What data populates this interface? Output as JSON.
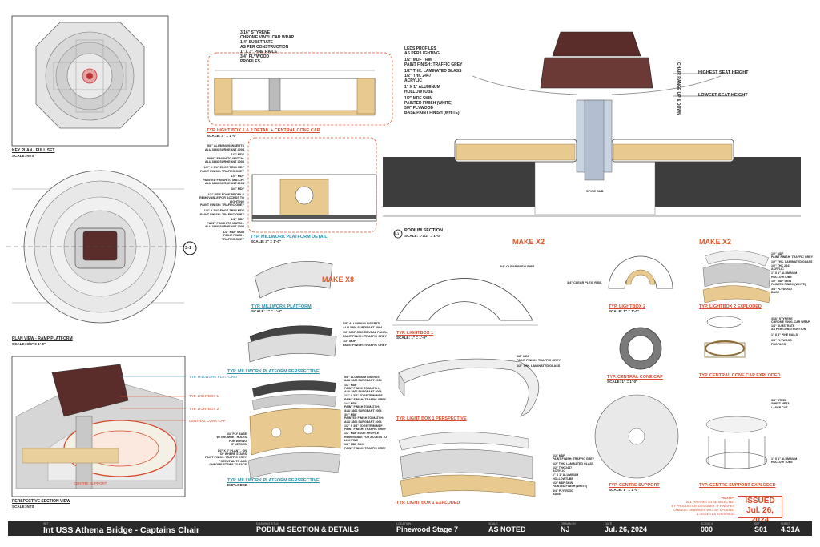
{
  "key_plan": {
    "title": "KEY PLAN - FULL SET",
    "scale": "SCALE: NTS"
  },
  "plan_view": {
    "title": "PLAN VIEW - RAMP PLATFORM",
    "scale": "SCALE: 3/4\" = 1'-0\"",
    "section_marker": "S-1"
  },
  "perspective_section": {
    "title": "PERSPECTIVE SECTION VIEW",
    "scale": "SCALE: NTS",
    "legend": [
      "TYP. MILLWORK PLATFORM",
      "TYP. LIGHTBOX 1",
      "TYP. LIGHTBOX 2",
      "CENTRAL CONE CAP"
    ],
    "centre_support": "CENTRE SUPPORT"
  },
  "lightbox_detail": {
    "title": "TYP. LIGHT BOX 1 & 2 DETAIL + CENTRAL CONE CAP",
    "scale": "SCALE: 3\" = 1'-0\"",
    "notes_left": [
      "3/16\" STYRENE",
      "CHROME VINYL CAR WRAP",
      "1/4\" SUBSTRATE",
      "AS PER CONSTRUCTION",
      "1\" X 3\" PINE RAILS",
      "3/4\" PLYWOOD",
      "PROFILES"
    ],
    "notes_right": [
      "LEDS PROFILES",
      "AS PER LIGHTING",
      "1/2\" MDF TRIM",
      "PAINT FINISH: TRAFFIC GREY",
      "1/2\" THK. LAMINATED GLASS",
      "1/2\" THK 2447",
      "ACRYLIC",
      "1\" X 1\" ALUMINUM",
      "HOLLOWTUBE",
      "1/2\" MDF SKIN",
      "PAINTED FINISH (WHITE)",
      "3/4\" PLYWOOD",
      "BASE PAINT FINISH (WHITE)"
    ]
  },
  "millwork_detail": {
    "title": "TYP. MILLWORK PLATFORM DETAIL",
    "scale": "SCALE: 3\" = 1'-0\"",
    "notes": [
      "5/8\" ALUMINUM INSERTS",
      "ALU 3866 SURGEANT 2004",
      "1/2\" MDF",
      "PAINT FINISH TO MATCH:",
      "ALU 3866 SURGEANT 2004",
      "1/2\" X 3/4\" EDGE TRIM MDF",
      "PAINT FINISH: TRAFFIC GREY",
      "1/4\" MDF",
      "PAINTED FINISH TO MATCH:",
      "ALU 3866 SURGEANT 2004",
      "3/4\" MDF",
      "1/2\" MDF EDGE PROFILE",
      "REMOVABLE FOR ACCESS TO",
      "LIGHTING",
      "PAINT FINISH: TRAFFIC GREY",
      "1/2\" X 3/4\" EDGE TRIM MDF",
      "PAINT FINISH: TRAFFIC GREY",
      "1/2\" MDF",
      "PAINT FINISH TO MATCH:",
      "ALU 3866 SURGEANT 2004",
      "1/2\" MDF SKIN",
      "PAINT FINISH:",
      "TRAFFIC GREY"
    ]
  },
  "podium_section": {
    "title": "PODIUM SECTION",
    "scale": "SCALE: 1-1/2\" = 1'-0\"",
    "marker": "S-1",
    "highest_seat": "HIGHEST SEAT HEIGHT",
    "lowest_seat": "LOWEST SEAT HEIGHT",
    "chair_range": "CHAIR RANGE UP & DOWN",
    "spine_label": "SPINE SUB"
  },
  "millwork_platform": {
    "title": "TYP. MILLWORK PLATFORM",
    "scale": "SCALE: 1\" = 1'-0\"",
    "make": "MAKE X8"
  },
  "millwork_perspective": {
    "title": "TYP. MILLWORK PLATFORM PERSPECTIVE",
    "notes": [
      "5/8\" ALUMINUM INSERTS",
      "ALU 3866 SURGEANT 2004",
      "1/2\" MDF CNC REVEAL PANEL",
      "PAINT FINISH: TRAFFIC GREY",
      "1/2\" MDF",
      "PAINT FINISH: TRAFFIC GREY"
    ]
  },
  "millwork_exploded": {
    "title": "TYP. MILLWORK PLATFORM PERSPECTIVE",
    "subtitle": "EXPLODED",
    "left_notes": [
      "3/4\" PLY BASE",
      "W/ GROMMET HOLES",
      "FOR WIRING",
      "IF NEEDED",
      "1/2\" X 4\" PLANT - ON",
      "OF WHERE STAIRS",
      "PAINT FINISH: TRAFFIC GREY",
      "POTENTIAL TO ADD",
      "CHROME STRIPS TO FACE"
    ],
    "right_notes": [
      "5/8\" ALUMINUM INSERTS",
      "ALU 3866 SURGEANT 2004",
      "1/2\" MDF",
      "PAINT FINISH TO MATCH:",
      "ALU 3866 SURGEANT 2004",
      "1/2\" X 3/4\" EDGE TRIM MDF",
      "PAINT FINISH: TRAFFIC GREY",
      "1/4\" MDF",
      "PAINT FINISH TO MATCH:",
      "ALU 3866 SURGEANT 2004",
      "3/4\" MDF",
      "PAINTED FINISH TO MATCH:",
      "ALU 3866 SURGEANT 2004",
      "1/2\" X 3/4\" EDGE TRIM MDF",
      "PAINT FINISH: TRAFFIC GREY",
      "1/2\" MDF EDGE PROFILE",
      "REMOVABLE FOR ACCESS TO",
      "LIGHTING",
      "1/2\" MDF SKIN",
      "PAINT FINISH: TRAFFIC GREY"
    ]
  },
  "lightbox1": {
    "title": "TYP. LIGHTBOX 1",
    "scale": "SCALE: 1\" = 1'-0\"",
    "make": "MAKE X2",
    "note": "3/4\" CLEAR PLEXI RIBS"
  },
  "lightbox1_perspective": {
    "title": "TYP. LIGHT BOX 1 PERSPECTIVE",
    "notes": [
      "1/2\" MDF",
      "PAINT FINISH: TRAFFIC GREY",
      "1/2\" THK. LAMINATED GLASS"
    ]
  },
  "lightbox1_exploded": {
    "title": "TYP. LIGHT BOX 1 EXPLODED",
    "notes": [
      "1/2\" MDF",
      "PAINT FINISH: TRAFFIC GREY",
      "1/2\" THK. LAMINATED GLASS",
      "1/2\" THK 2447",
      "ACRYLIC",
      "1\" X 1\" ALUMINUM",
      "HOLLOWTUBE",
      "1/2\" MDF SKIN",
      "PAINTED FINISH (WHITE)",
      "3/4\" PLYWOOD",
      "BASE"
    ]
  },
  "lightbox2": {
    "title": "TYP. LIGHTBOX 2",
    "scale": "SCALE: 1\" = 1'-0\"",
    "note": "3/4\" CLEAR PLEXI RIBS"
  },
  "lightbox2_exploded": {
    "title": "TYP. LIGHTBOX 2 EXPLODED",
    "make": "MAKE X2",
    "notes": [
      "1/2\" MDF",
      "PAINT FINISH: TRAFFIC GREY",
      "1/2\" THK. LAMINATED GLASS",
      "1/2\" THK 2447",
      "ACRYLIC",
      "1\" X 1\" ALUMINUM",
      "HOLLOWTUBE",
      "1/2\" MDF SKIN",
      "PAINTED FINISH (WHITE)",
      "3/4\" PLYWOOD",
      "BASE"
    ]
  },
  "cone_cap": {
    "title": "TYP. CENTRAL CONE CAP",
    "scale": "SCALE: 1\" = 1'-0\""
  },
  "cone_cap_exploded": {
    "title": "TYP. CENTRAL CONE CAP EXPLODED",
    "notes": [
      "3/16\" STYRENE",
      "CHROME VINYL CAR WRAP",
      "1/4\" SUBSTRATE",
      "AS PER CONSTRUCTION",
      "1\" X 3\" PINE RAILS",
      "3/4\" PLYWOOD",
      "PROFILES"
    ]
  },
  "centre_support": {
    "title": "TYP. CENTRE SUPPORT",
    "scale": "SCALE: 1\" = 1'-0\""
  },
  "centre_support_exploded": {
    "title": "TYP. CENTRE SUPPORT EXPLODED",
    "notes": [
      "3/8\" STEEL",
      "SHEET METAL",
      "LASER CUT",
      "1\" X 1\" ALUMINUM",
      "HOLLOW TUBE"
    ]
  },
  "issued": {
    "label": "ISSUED",
    "date": "Jul. 26, 2024",
    "note_lines": [
      "**NOTE**",
      "ALL FINISHES TO BE SELECTED",
      "BY PRODUCTION DESIGNER. IF FINISHES",
      "CHANGE, DRAWINGS WILL BE UPDATED",
      "& ISSUED AS A REVISION"
    ]
  },
  "title_block": {
    "set_caption": "SET",
    "set_value": "Int USS Athena Bridge - Captains Chair",
    "drawing_caption": "DRAWING TITLE",
    "drawing_value": "PODIUM SECTION & DETAILS",
    "location_caption": "LOCATION",
    "location_value": "Pinewood Stage 7",
    "scale_caption": "SCALE",
    "scale_value": "AS NOTED",
    "drawn_caption": "DRAWN BY",
    "drawn_value": "NJ",
    "date_caption": "DATE",
    "date_value": "Jul. 26, 2024",
    "scene_caption": "SCENE #",
    "scene_value": "000",
    "set_no_caption": "SET",
    "set_no_value": "S01",
    "sheet_caption": "SHEET",
    "sheet_value": "4.31A"
  },
  "colors": {
    "accent_red": "#d84a2b",
    "accent_teal": "#2c8fa8",
    "title_bar": "#2a2a2a",
    "wood": "#e8c98f",
    "chair": "#6b3a36"
  }
}
